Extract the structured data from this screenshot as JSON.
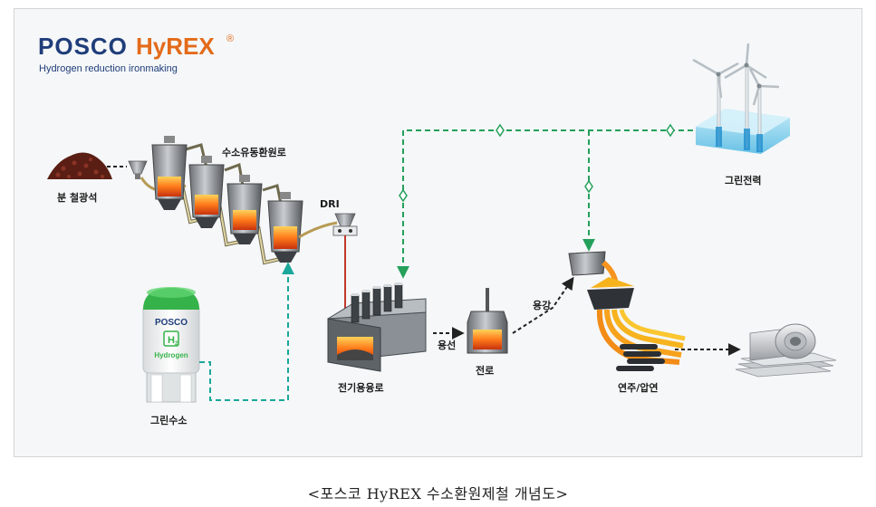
{
  "brand": {
    "posco": "POSCO",
    "hyrex": "HyREX",
    "registered": "®",
    "subtitle": "Hydrogen reduction ironmaking"
  },
  "labels": {
    "fine_ore": "분 철광석",
    "fluidized_reactor": "수소유동환원로",
    "dri": "DRI",
    "eaf": "전기용융로",
    "molten_iron": "용선",
    "converter": "전로",
    "molten_steel": "용강",
    "casting_rolling": "연주/압연",
    "green_power": "그린전력",
    "green_hydrogen": "그린수소"
  },
  "tank": {
    "brand": "POSCO",
    "symbol": "H",
    "subscript": "2",
    "text": "Hydrogen"
  },
  "caption": "<포스코 HyREX 수소환원제철 개념도>",
  "colors": {
    "posco_blue": "#1f3d7a",
    "hyrex_orange": "#e36b1a",
    "green_line": "#24a05a",
    "teal_line": "#1aa79a",
    "hot_orange": "#f7941d",
    "water_blue": "#8fd6f0"
  }
}
